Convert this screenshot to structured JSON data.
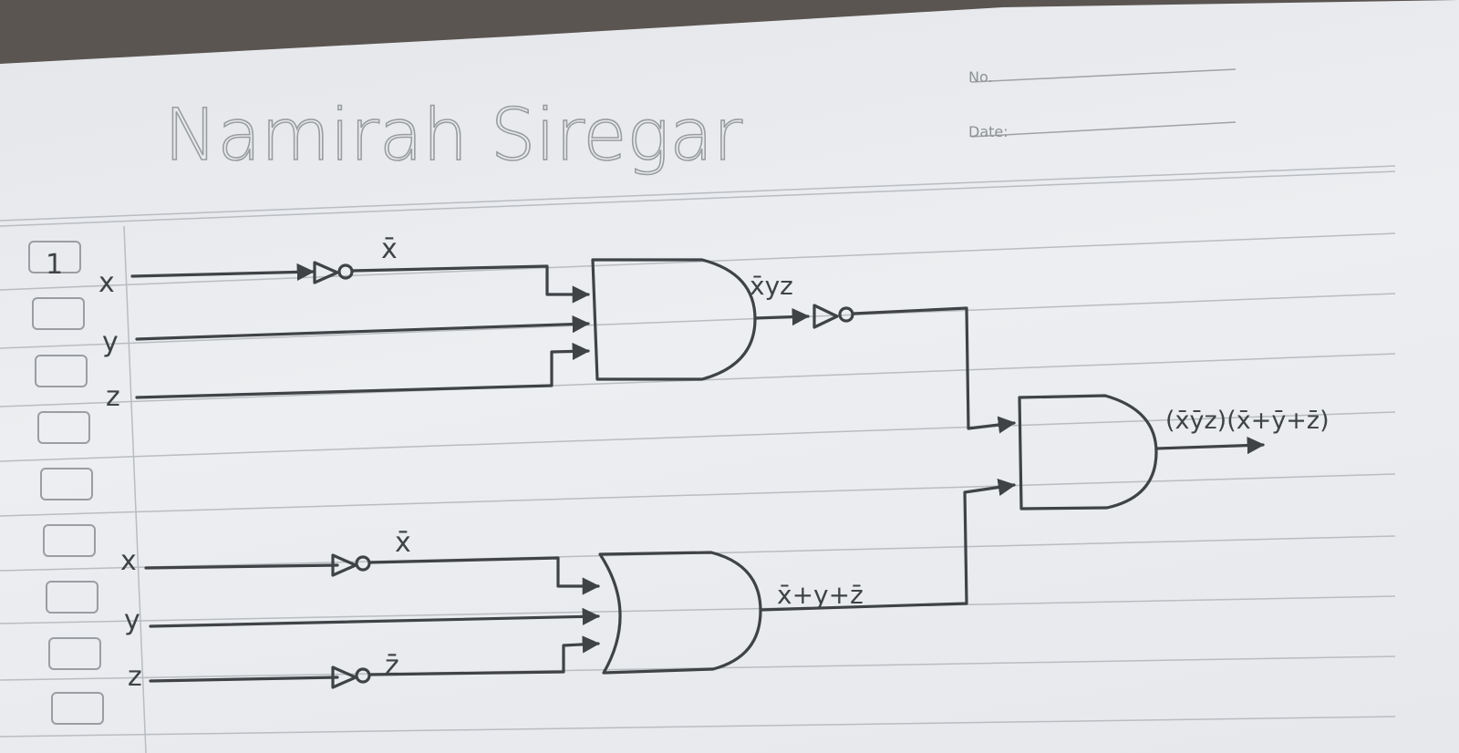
{
  "header": {
    "author_name": "Namirah Siregar",
    "no_label": "No.",
    "date_label": "Date:"
  },
  "problem": {
    "number": "1"
  },
  "circuit_top": {
    "inputs": [
      "x",
      "y",
      "z"
    ],
    "not_x_label": "x̄",
    "and_output_label": "x̄yz"
  },
  "circuit_bottom": {
    "inputs": [
      "x",
      "y",
      "z"
    ],
    "not_x_label": "x̄",
    "not_z_label": "z̄",
    "or_output_label": "x̄+y+z̄"
  },
  "final_output": {
    "label": "(x̄ȳz)(x̄+ȳ+z̄)"
  },
  "colors": {
    "ink": "#3f4346",
    "paper": "#e8eaee",
    "rule": "#b9bcc0"
  }
}
